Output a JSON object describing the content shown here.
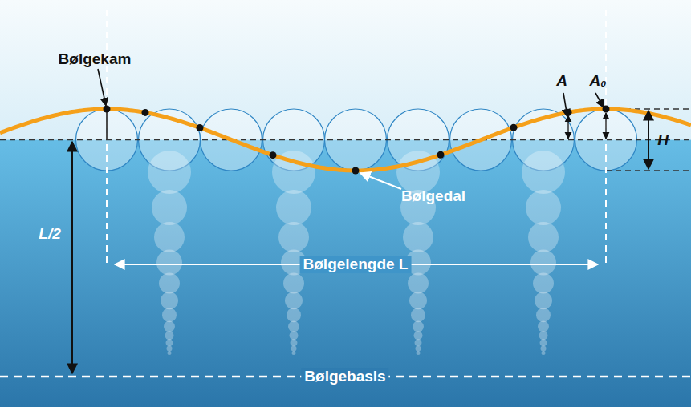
{
  "diagram": {
    "labels": [
      "Bølgekam",
      "A",
      "A₀",
      "H",
      "Bølgedal",
      "L/2",
      "Bølgelengde L",
      "Bølgebasis"
    ]
  }
}
